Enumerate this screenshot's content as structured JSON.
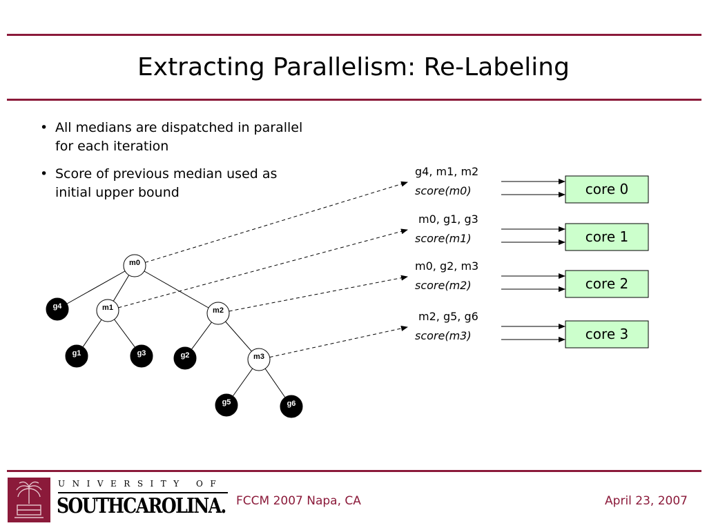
{
  "slide": {
    "title": "Extracting Parallelism:  Re-Labeling",
    "bullets": [
      "All medians are dispatched in parallel for each iteration",
      "Score of previous median used as initial upper bound"
    ]
  },
  "tree": {
    "nodes": [
      {
        "id": "m0",
        "kind": "median"
      },
      {
        "id": "g4",
        "kind": "genome"
      },
      {
        "id": "m1",
        "kind": "median"
      },
      {
        "id": "m2",
        "kind": "median"
      },
      {
        "id": "g1",
        "kind": "genome"
      },
      {
        "id": "g3",
        "kind": "genome"
      },
      {
        "id": "g2",
        "kind": "genome"
      },
      {
        "id": "m3",
        "kind": "median"
      },
      {
        "id": "g5",
        "kind": "genome"
      },
      {
        "id": "g6",
        "kind": "genome"
      }
    ],
    "edges": [
      [
        "m0",
        "g4"
      ],
      [
        "m0",
        "m1"
      ],
      [
        "m0",
        "m2"
      ],
      [
        "m1",
        "g1"
      ],
      [
        "m1",
        "g3"
      ],
      [
        "m2",
        "g2"
      ],
      [
        "m2",
        "m3"
      ],
      [
        "m3",
        "g5"
      ],
      [
        "m3",
        "g6"
      ]
    ]
  },
  "dispatch": [
    {
      "inputs": "g4, m1, m2",
      "score": "score(m0)",
      "core": "core 0"
    },
    {
      "inputs": "m0, g1, g3",
      "score": "score(m1)",
      "core": "core 1"
    },
    {
      "inputs": "m0, g2, m3",
      "score": "score(m2)",
      "core": "core 2"
    },
    {
      "inputs": "m2, g5, g6",
      "score": "score(m3)",
      "core": "core 3"
    }
  ],
  "colors": {
    "accent": "#8b1a3a",
    "core_fill": "#ccffcc",
    "genome_fill": "#000000",
    "median_fill": "#ffffff"
  },
  "footer": {
    "university_top": "UNIVERSITY OF",
    "university_name": "SOUTHCAROLINA.",
    "event": "FCCM 2007  Napa, CA",
    "date": "April 23, 2007"
  }
}
